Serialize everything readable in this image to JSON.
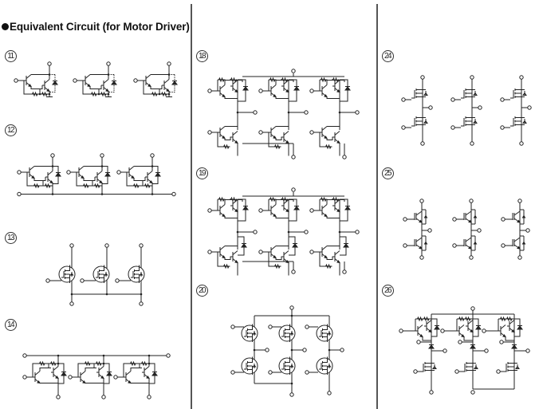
{
  "page": {
    "title": "Equivalent Circuit (for Motor Driver)",
    "title_bullet": "filled-circle"
  },
  "colors": {
    "line": "#222222",
    "divider": "#555555",
    "background": "#ffffff"
  },
  "circuits": [
    {
      "id": "11",
      "label": "11",
      "type": "three darlington transistors with diode, separate emitters"
    },
    {
      "id": "12",
      "label": "12",
      "type": "three darlington transistors with diode, common emitter bus"
    },
    {
      "id": "13",
      "label": "13",
      "type": "three power MOSFETs, common source"
    },
    {
      "id": "14",
      "label": "14",
      "type": "three darlington transistors, common collector bus"
    },
    {
      "id": "18",
      "label": "18",
      "type": "three-phase darlington bridge"
    },
    {
      "id": "19",
      "label": "19",
      "type": "three-phase darlington bridge with diodes"
    },
    {
      "id": "20",
      "label": "20",
      "type": "three-phase MOSFET bridge"
    },
    {
      "id": "24",
      "label": "24",
      "type": "three MOSFET half bridges"
    },
    {
      "id": "25",
      "label": "25",
      "type": "three IGBT half bridges"
    },
    {
      "id": "26",
      "label": "26",
      "type": "three-phase darlington/MOSFET bridge"
    }
  ]
}
